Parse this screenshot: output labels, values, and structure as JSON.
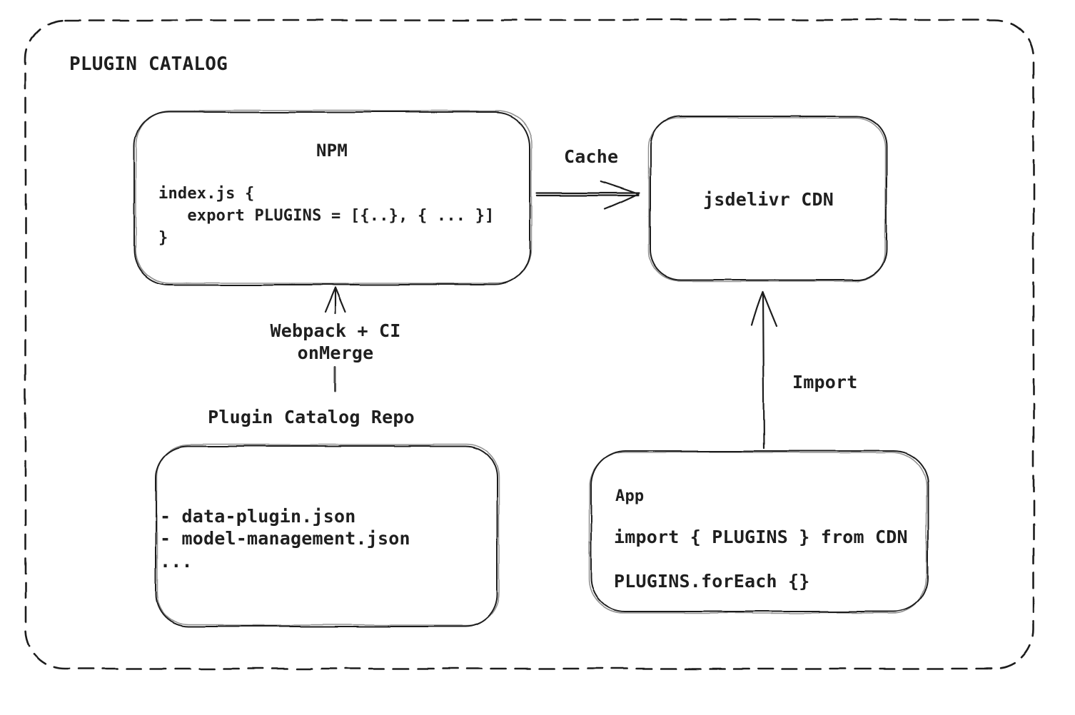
{
  "diagram": {
    "title": "PLUGIN CATALOG",
    "colors": {
      "stroke": "#1e1e1e",
      "background": "#ffffff"
    },
    "nodes": {
      "npm": {
        "title": "NPM",
        "code": [
          "index.js {",
          "   export PLUGINS = [{..}, { ... }]",
          "}"
        ]
      },
      "cdn": {
        "label": "jsdelivr CDN"
      },
      "repo": {
        "label": "Plugin Catalog Repo",
        "files": [
          "- data-plugin.json",
          "- model-management.json",
          "..."
        ]
      },
      "app": {
        "title": "App",
        "code": [
          "import { PLUGINS } from CDN",
          "PLUGINS.forEach {}"
        ]
      }
    },
    "edges": {
      "cache": {
        "label": "Cache",
        "from": "NPM",
        "to": "jsdelivr CDN"
      },
      "build": {
        "label_lines": [
          "Webpack + CI",
          "onMerge"
        ],
        "from": "Plugin Catalog Repo",
        "to": "NPM"
      },
      "import": {
        "label": "Import",
        "from": "App",
        "to": "jsdelivr CDN"
      }
    }
  }
}
